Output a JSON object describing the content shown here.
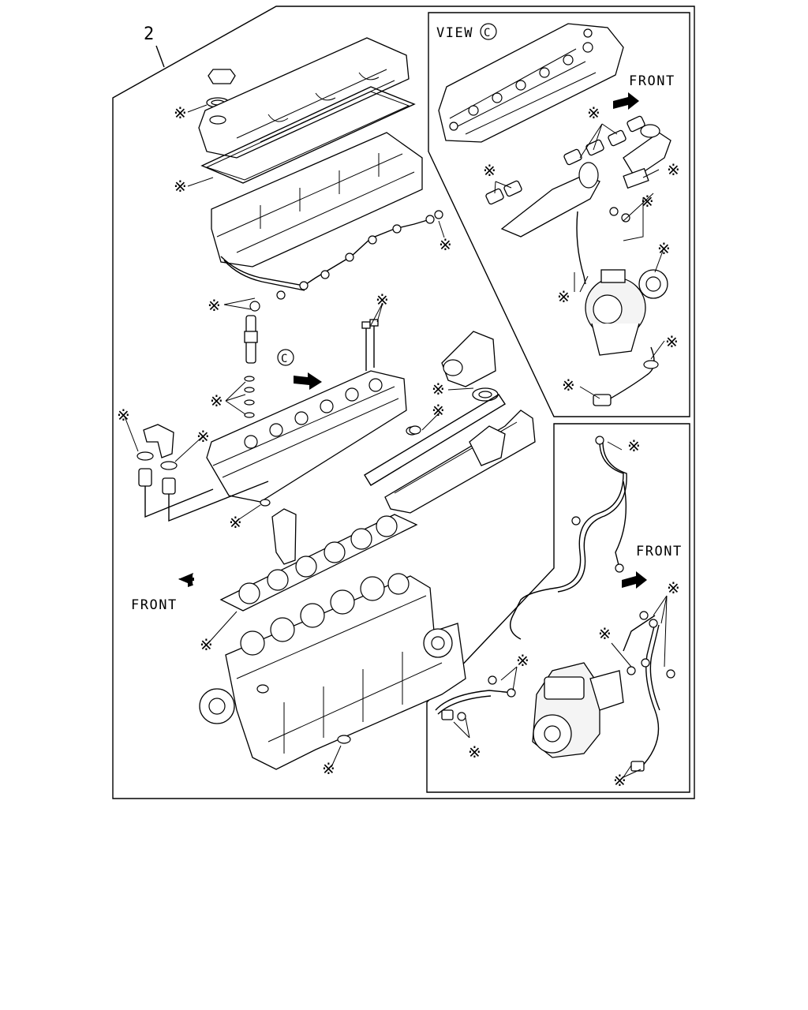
{
  "callout_number": "2",
  "view_label": "VIEW",
  "view_letter": "C",
  "front_labels": {
    "main": "FRONT",
    "view_c": "FRONT",
    "fuel_pump": "FRONT"
  },
  "asterisk_symbol": "※",
  "colors": {
    "line": "#000000",
    "background": "#ffffff"
  }
}
